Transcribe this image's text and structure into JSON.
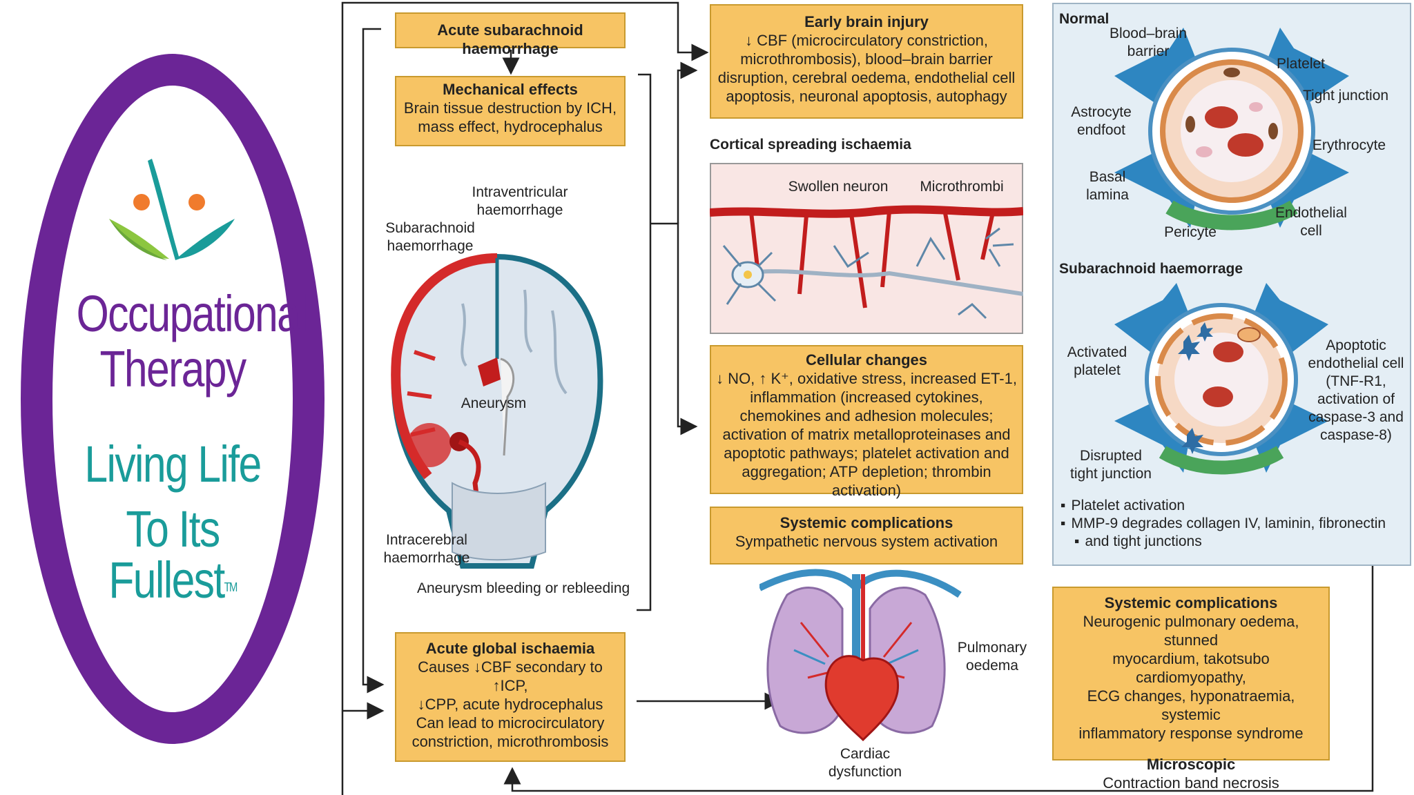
{
  "logo": {
    "title_line1": "Occupational",
    "title_line2": "Therapy",
    "tagline_line1": "Living Life",
    "tagline_line2": "To Its Fullest",
    "trademark": "TM",
    "colors": {
      "ring": "#6b2596",
      "title": "#6b2596",
      "tagline": "#1a9c9a",
      "figure_orange": "#f07b2d",
      "figure_green": "#8cc63f"
    }
  },
  "diagram": {
    "acute_sah": {
      "title": "Acute subarachnoid haemorrhage"
    },
    "mechanical_effects": {
      "title": "Mechanical effects",
      "text": [
        "Brain tissue destruction by ICH,",
        "mass effect, hydrocephalus"
      ]
    },
    "brain_labels": {
      "intraventricular": [
        "Intraventricular",
        "haemorrhage"
      ],
      "subarachnoid": [
        "Subarachnoid",
        "haemorrhage"
      ],
      "aneurysm": "Aneurysm",
      "intracerebral": [
        "Intracerebral",
        "haemorrhage"
      ],
      "bleeding": "Aneurysm bleeding or rebleeding"
    },
    "acute_global_ischaemia": {
      "title": "Acute global ischaemia",
      "text": [
        "Causes ↓CBF secondary to ↑ICP,",
        "↓CPP, acute hydrocephalus",
        "Can lead to microcirculatory",
        "constriction, microthrombosis"
      ]
    },
    "early_brain_injury": {
      "title": "Early brain injury",
      "text": [
        "↓ CBF (microcirculatory constriction,",
        "microthrombosis), blood–brain barrier",
        "disruption, cerebral oedema, endothelial cell",
        "apoptosis, neuronal apoptosis, autophagy"
      ]
    },
    "cortical_spreading": {
      "heading": "Cortical spreading ischaemia",
      "swollen_neuron": "Swollen neuron",
      "microthrombi": "Microthrombi"
    },
    "cellular_changes": {
      "title": "Cellular changes",
      "text": [
        "↓ NO, ↑ K⁺, oxidative stress, increased ET-1,",
        "inflammation (increased cytokines,",
        "chemokines and adhesion molecules;",
        "activation of matrix metalloproteinases and",
        "apoptotic pathways; platelet activation and",
        "aggregation; ATP depletion; thrombin activation)"
      ]
    },
    "systemic_complications_1": {
      "title": "Systemic complications",
      "text": [
        "Sympathetic nervous system activation"
      ]
    },
    "organ_labels": {
      "pulmonary": [
        "Pulmonary",
        "oedema"
      ],
      "cardiac": [
        "Cardiac",
        "dysfunction"
      ]
    },
    "normal_panel": {
      "heading": "Normal",
      "bbb": [
        "Blood–brain",
        "barrier"
      ],
      "platelet": "Platelet",
      "tight_junction": "Tight junction",
      "astrocyte": [
        "Astrocyte",
        "endfoot"
      ],
      "erythrocyte": "Erythrocyte",
      "basal_lamina": [
        "Basal",
        "lamina"
      ],
      "endothelial": [
        "Endothelial",
        "cell"
      ],
      "pericyte": "Pericyte"
    },
    "sah_panel": {
      "heading": "Subarachnoid haemorrage",
      "activated_platelet": [
        "Activated",
        "platelet"
      ],
      "apoptotic": [
        "Apoptotic",
        "endothelial cell",
        "(TNF-R1,",
        "activation of",
        "caspase-3 and",
        "caspase-8)"
      ],
      "disrupted": [
        "Disrupted",
        "tight junction"
      ],
      "bullets": [
        "Platelet activation",
        "MMP-9 degrades collagen IV, laminin, fibronectin",
        "and tight junctions"
      ]
    },
    "systemic_complications_2": {
      "title": "Systemic complications",
      "text": [
        "Neurogenic pulmonary oedema, stunned",
        "myocardium, takotsubo cardiomyopathy,",
        "ECG changes, hyponatraemia, systemic",
        "inflammatory response syndrome"
      ],
      "micro_title": "Microscopic",
      "micro_text": "Contraction band necrosis"
    },
    "colors": {
      "box_fill": "#f7c464",
      "box_border": "#c99a2e",
      "panel_fill": "#e4eef5",
      "blood": "#d42a2a",
      "vessel_blue": "#3b8fc2"
    }
  }
}
